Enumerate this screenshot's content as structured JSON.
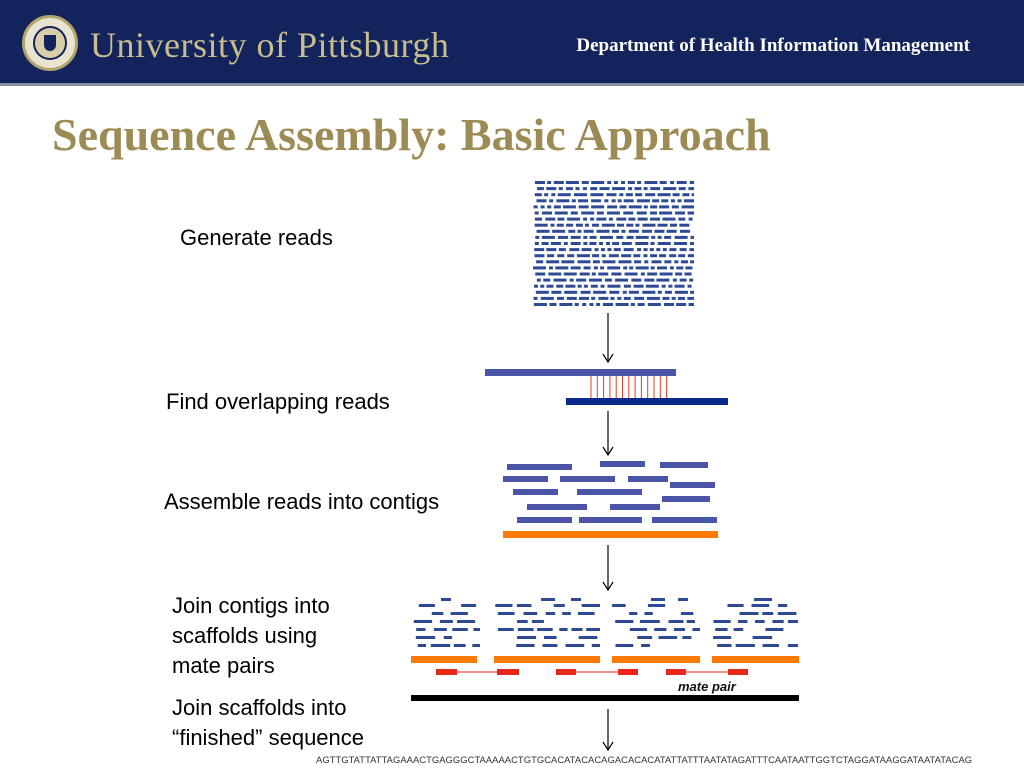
{
  "header": {
    "university": "University of Pittsburgh",
    "department": "Department of Health Information Management"
  },
  "slide": {
    "title": "Sequence Assembly: Basic Approach"
  },
  "steps": [
    {
      "lines": [
        "Generate reads"
      ]
    },
    {
      "lines": [
        "Find overlapping reads"
      ]
    },
    {
      "lines": [
        "Assemble reads into contigs"
      ]
    },
    {
      "lines": [
        "Join contigs into",
        "scaffolds using",
        "mate pairs"
      ]
    },
    {
      "lines": [
        "Join scaffolds into",
        "“finished” sequence"
      ]
    }
  ],
  "diagram": {
    "mate_pair_label": "mate pair",
    "sequence": "AGTTGTATTATTAGAAACTGAGGGCTAAAAACTGTGCACATACACAGACACACATATTATTTAATATAGATTTCAATAATTGGTCTAGGATAAGGATAATATACAG",
    "colors": {
      "read": "#2e4a94",
      "read_light": "#4a55a8",
      "read_dark": "#0a2a8c",
      "contig": "#ff7a00",
      "mate_link": "#e8261a",
      "scaffold": "#000000",
      "overlap": "#e04020"
    }
  }
}
